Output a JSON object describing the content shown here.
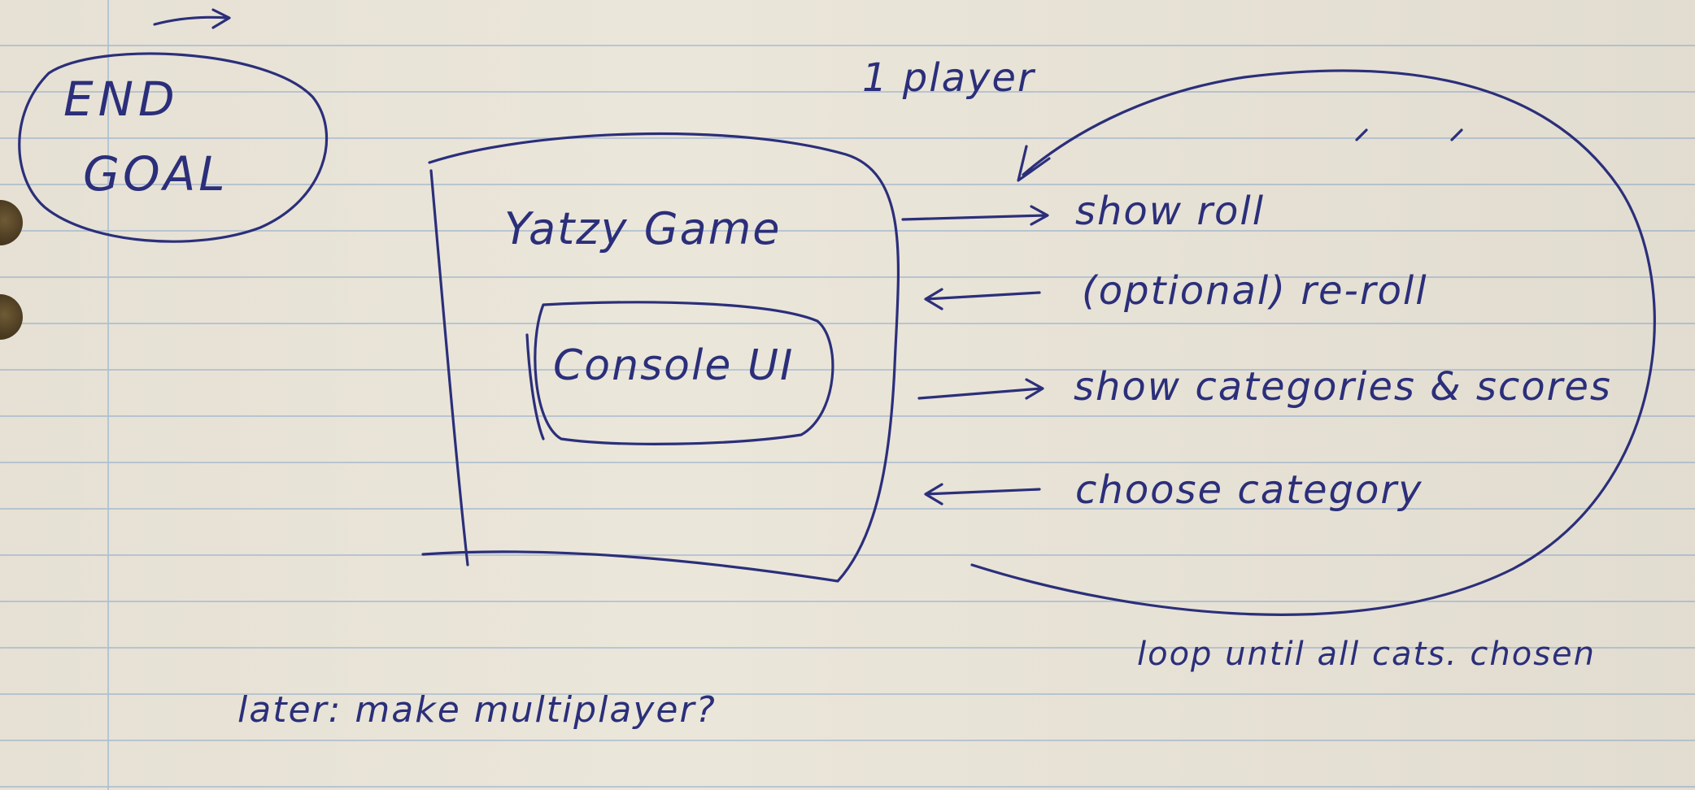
{
  "notes": {
    "end_goal": [
      "END",
      "GOAL"
    ],
    "players": "1 player",
    "game_title": "Yatzy Game",
    "console_ui": "Console UI",
    "steps": [
      "show roll",
      "(optional) re-roll",
      "show categories & scores",
      "choose category"
    ],
    "loop_note": "loop until all cats. chosen",
    "later_note": "later: make multiplayer?"
  },
  "colors": {
    "ink": "#2b2f7a",
    "paper": "#ebe6da",
    "ruled_line": "#b9c6d3",
    "margin_line": "#a9bfd2"
  }
}
